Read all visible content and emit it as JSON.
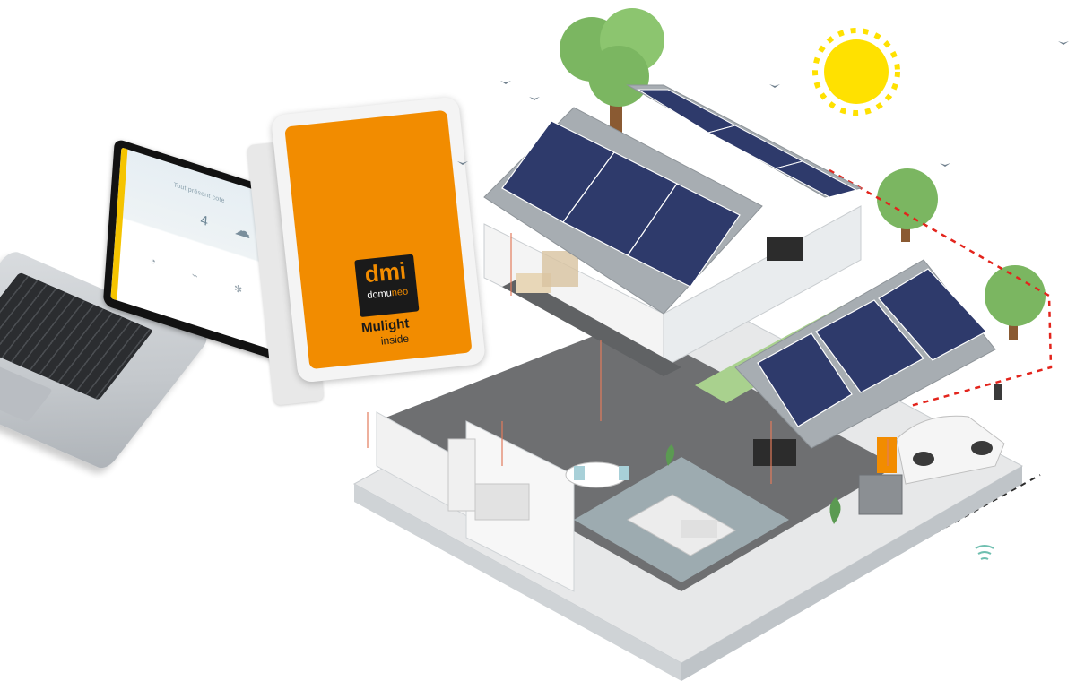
{
  "laptop": {
    "header": "Tout présent cote",
    "temperature": "4",
    "weather_icon": "cloud-rain-icon",
    "dashboard_icons": [
      "bulb-icon",
      "plug-icon",
      "fan-icon",
      "thermometer-icon"
    ]
  },
  "tablet": {
    "logo_mark": "dmi",
    "logo_word_prefix": "domu",
    "logo_word_suffix": "neo",
    "tagline_line1": "Mulight",
    "tagline_line2": "inside"
  },
  "colors": {
    "brand_orange": "#f28c00",
    "brand_black": "#1a1a1a",
    "laptop_accent": "#f5c400",
    "solar_panel": "#2e3a6b",
    "roof_grey": "#a7adb2",
    "sun": "#ffe100",
    "tree": "#7bb661",
    "wire": "#e27b5c",
    "boundary_red": "#e3241c"
  }
}
